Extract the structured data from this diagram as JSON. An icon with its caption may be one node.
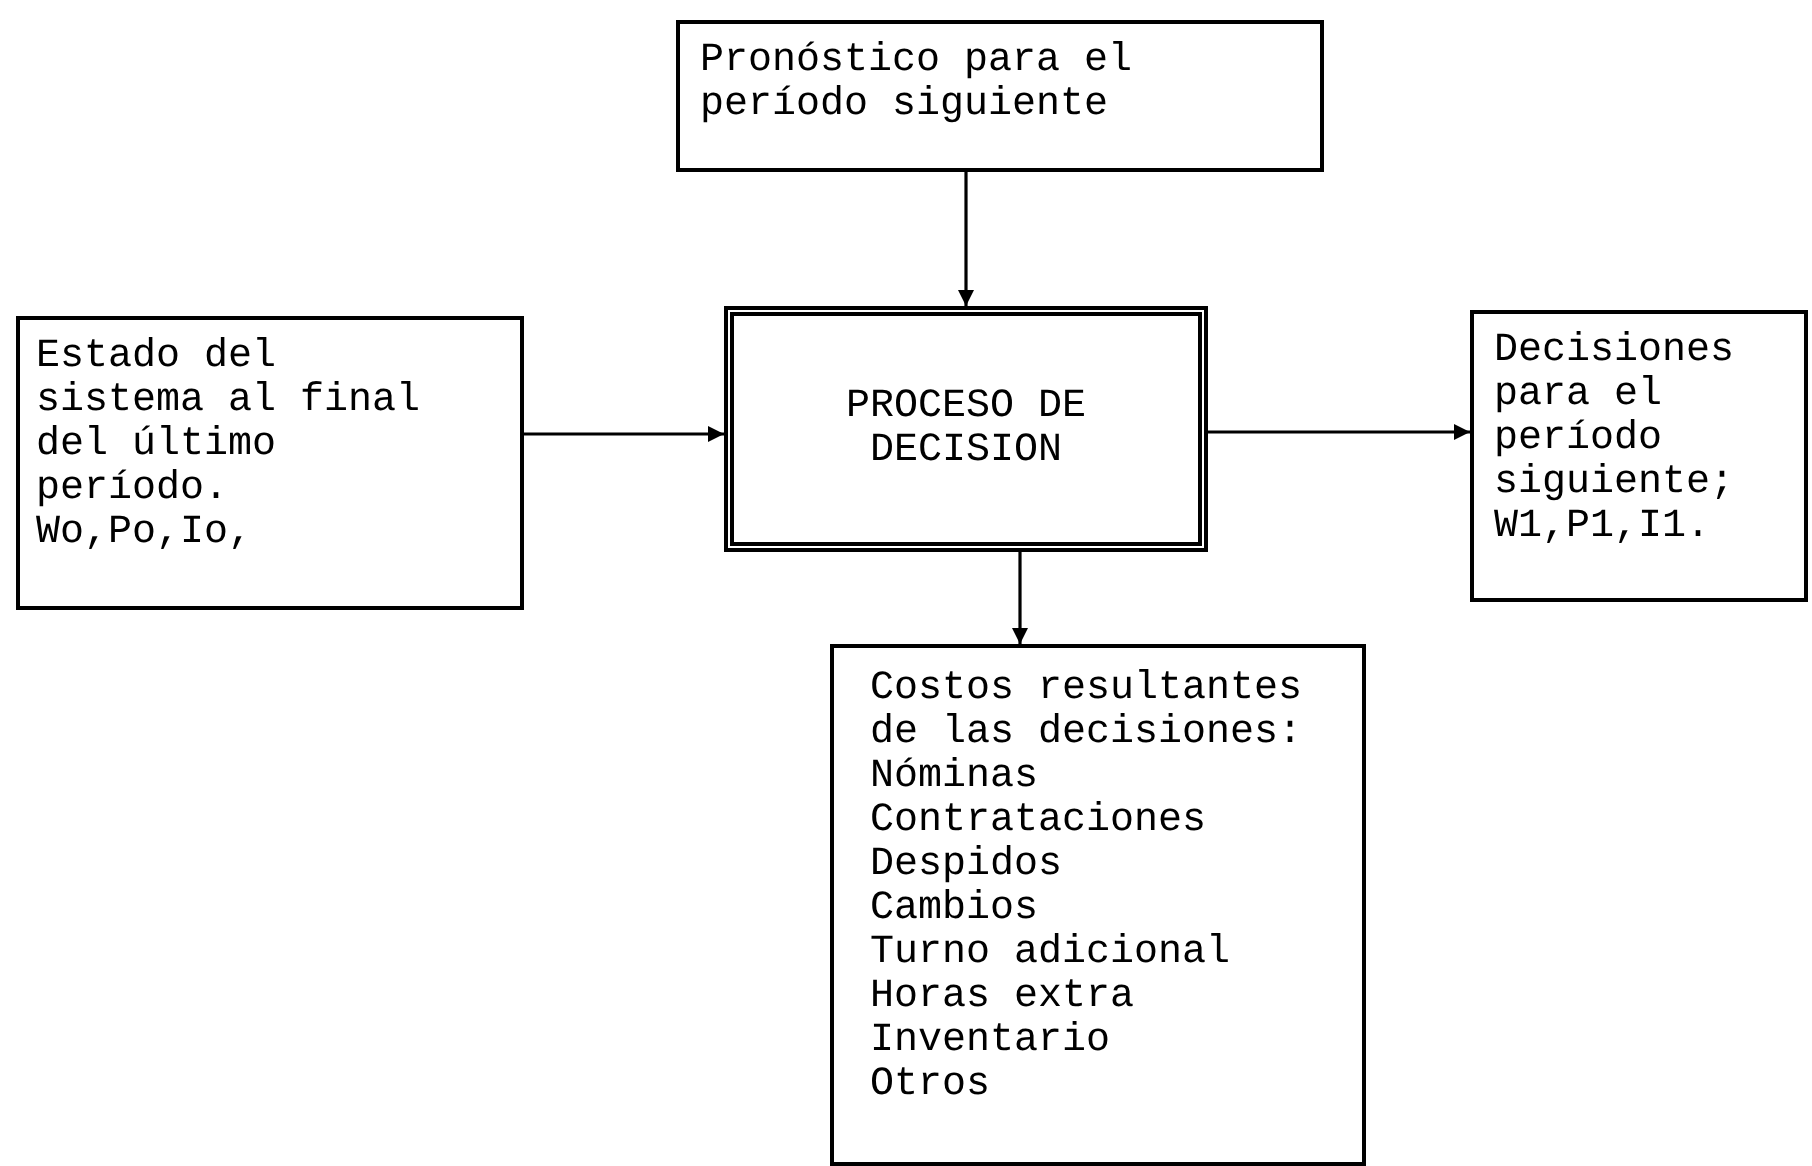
{
  "diagram": {
    "nodes": [
      {
        "text": [
          "Pronóstico para el período siguiente"
        ]
      },
      {
        "text": [
          "Estado del sistema al final del último período.",
          "Wo,Po,Io,"
        ]
      },
      {
        "text": [
          "PROCESO DE DECISION"
        ]
      },
      {
        "text": [
          "Decisiones para el período siguiente;",
          "W1,P1,I1."
        ]
      },
      {
        "text": [
          "Costos resultantes de las decisiones:",
          "Nóminas",
          "Contrataciones",
          "Despidos",
          "Cambios",
          "Turno adicional",
          "Horas extra",
          "Inventario",
          "Otros"
        ]
      }
    ],
    "edges": [
      {
        "from": 0,
        "to": 2,
        "arrow": "to"
      },
      {
        "from": 1,
        "to": 2,
        "arrow": "to"
      },
      {
        "from": 2,
        "to": 3,
        "arrow": "to"
      },
      {
        "from": 2,
        "to": 4,
        "arrow": "to"
      }
    ]
  }
}
